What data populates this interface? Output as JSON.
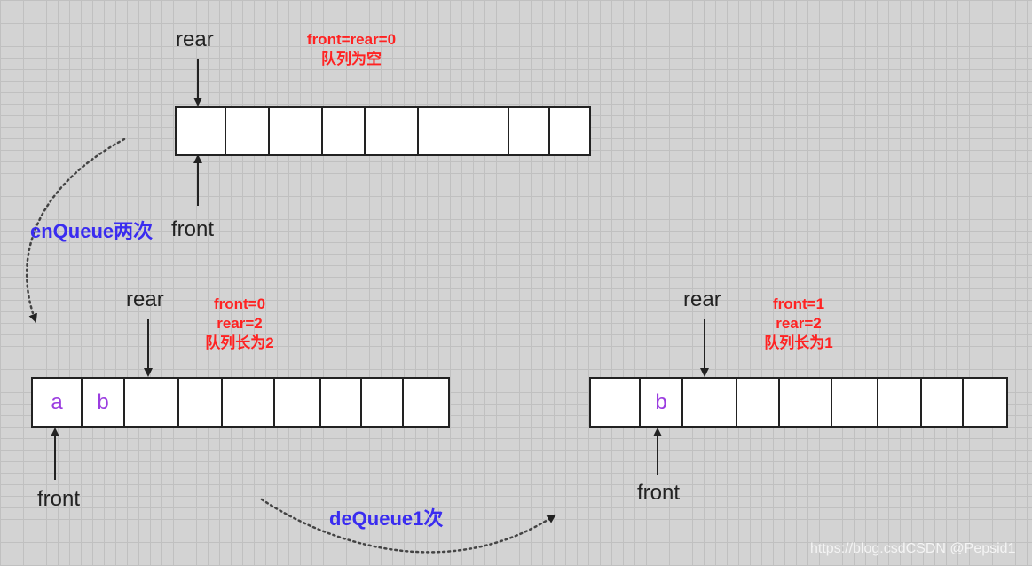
{
  "top": {
    "rear_label": "rear",
    "front_label": "front",
    "note_line1": "front=rear=0",
    "note_line2": "队列为空",
    "cells": [
      "",
      "",
      "",
      "",
      "",
      "",
      "",
      ""
    ]
  },
  "enqueue_label": "enQueue两次",
  "dequeue_label": "deQueue1次",
  "left": {
    "rear_label": "rear",
    "front_label": "front",
    "note_line1": "front=0",
    "note_line2": "rear=2",
    "note_line3": "队列长为2",
    "cells": [
      "a",
      "b",
      "",
      "",
      "",
      "",
      "",
      ""
    ]
  },
  "right": {
    "rear_label": "rear",
    "front_label": "front",
    "note_line1": "front=1",
    "note_line2": "rear=2",
    "note_line3": "队列长为1",
    "cells": [
      "",
      "b",
      "",
      "",
      "",
      "",
      "",
      ""
    ]
  },
  "watermark": "https://blog.csdCSDN @Pepsid1"
}
